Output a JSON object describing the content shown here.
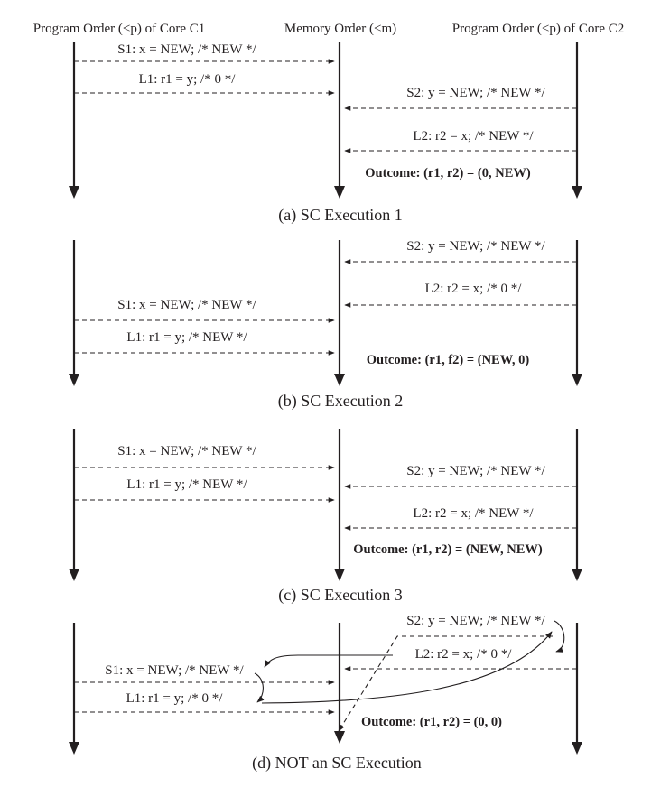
{
  "headers": {
    "core1": "Program Order (<p) of Core C1",
    "memory": "Memory Order (<m)",
    "core2": "Program Order (<p) of Core C2"
  },
  "panels": [
    {
      "ops": [
        {
          "text": "S1: x = NEW; /* NEW */"
        },
        {
          "text": "L1: r1 = y; /* 0 */"
        },
        {
          "text": "S2: y = NEW; /* NEW */"
        },
        {
          "text": "L2: r2 = x; /* NEW */"
        }
      ],
      "outcome": "Outcome: (r1, r2) = (0, NEW)",
      "caption": "(a) SC Execution 1"
    },
    {
      "ops": [
        {
          "text": "S2: y = NEW; /* NEW */"
        },
        {
          "text": "L2: r2 = x; /* 0 */"
        },
        {
          "text": "S1: x = NEW; /* NEW */"
        },
        {
          "text": "L1: r1 = y; /* NEW */"
        }
      ],
      "outcome": "Outcome: (r1, f2) = (NEW, 0)",
      "caption": "(b) SC Execution 2"
    },
    {
      "ops": [
        {
          "text": "S1: x = NEW; /* NEW */"
        },
        {
          "text": "S2: y = NEW; /* NEW */"
        },
        {
          "text": "L1: r1 = y; /* NEW */"
        },
        {
          "text": "L2: r2 = x; /* NEW */"
        }
      ],
      "outcome": "Outcome: (r1, r2) = (NEW, NEW)",
      "caption": "(c) SC Execution 3"
    },
    {
      "ops": [
        {
          "text": "S2: y = NEW; /* NEW */"
        },
        {
          "text": "L2: r2 = x; /* 0 */"
        },
        {
          "text": "S1: x = NEW; /* NEW */"
        },
        {
          "text": "L1: r1 = y; /* 0 */"
        }
      ],
      "outcome": "Outcome: (r1, r2) = (0, 0)",
      "caption": "(d) NOT an SC Execution"
    }
  ]
}
